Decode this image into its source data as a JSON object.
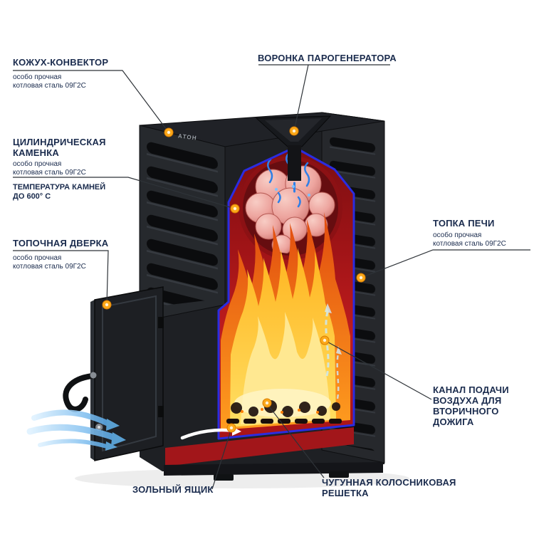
{
  "brand": {
    "logo_text": "АТОН"
  },
  "labels": {
    "kozhukh": {
      "title": "КОЖУХ-КОНВЕКТОР",
      "sub": "особо прочная\nкотловая сталь 09Г2С"
    },
    "voronka": {
      "title": "ВОРОНКА ПАРОГЕНЕРАТОРА"
    },
    "kamenka": {
      "title": "ЦИЛИНДРИЧЕСКАЯ\nКАМЕНКА",
      "sub": "особо прочная\nкотловая сталь 09Г2С",
      "extra": "ТЕМПЕРАТУРА КАМНЕЙ\nДО 600° С"
    },
    "dverka": {
      "title": "ТОПОЧНАЯ ДВЕРКА",
      "sub": "особо прочная\nкотловая сталь 09Г2С"
    },
    "topka": {
      "title": "ТОПКА ПЕЧИ",
      "sub": "особо прочная\nкотловая сталь 09Г2С"
    },
    "kanal": {
      "title": "КАНАЛ ПОДАЧИ\nВОЗДУХА ДЛЯ\nВТОРИЧНОГО\nДОЖИГА"
    },
    "zolnik": {
      "title": "ЗОЛЬНЫЙ ЯЩИК"
    },
    "reshetka": {
      "title": "ЧУГУННАЯ КОЛОСНИКОВАЯ\nРЕШЕТКА"
    }
  },
  "colors": {
    "label_navy": "#1a2b4d",
    "callout_dot_orange": "#f7a01d",
    "cutaway_outline_blue": "#2b2ce0",
    "firebox_red": "#c01c1e",
    "flame_orange": "#ff9d1f",
    "flame_yellow": "#ffdf63",
    "air_blue": "#58a9e9"
  }
}
